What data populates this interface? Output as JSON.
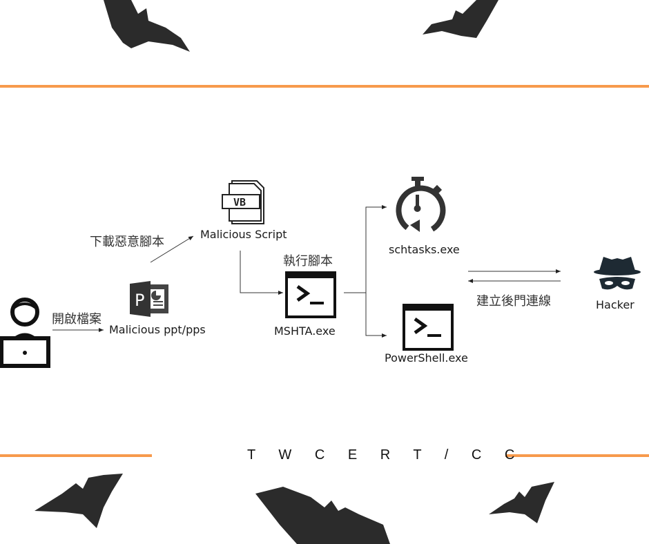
{
  "colors": {
    "accent": "#f79a4c",
    "icon": "#333333",
    "bat": "#2b2b2b"
  },
  "nodes": {
    "user": {
      "icon": "user-laptop-icon"
    },
    "ppt": {
      "label": "Malicious ppt/pps",
      "icon": "powerpoint-icon"
    },
    "script": {
      "label": "Malicious Script",
      "icon": "vb-script-icon",
      "icon_text": "VB"
    },
    "mshta": {
      "label": "MSHTA.exe",
      "icon": "terminal-icon"
    },
    "schtasks": {
      "label": "schtasks.exe",
      "icon": "stopwatch-icon"
    },
    "powershell": {
      "label": "PowerShell.exe",
      "icon": "terminal-icon"
    },
    "hacker": {
      "label": "Hacker",
      "icon": "spy-icon"
    }
  },
  "edges": {
    "open_file": "開啟檔案",
    "download_script": "下載惡意腳本",
    "run_script": "執行腳本",
    "backdoor": "建立後門連線"
  },
  "footer": {
    "brand": "T W C E R T / C C"
  }
}
